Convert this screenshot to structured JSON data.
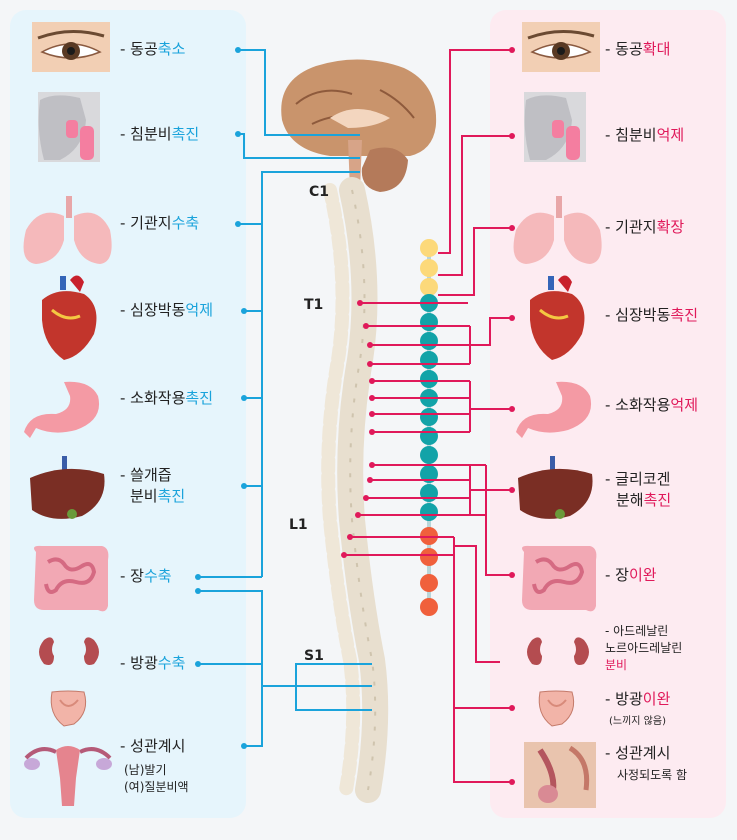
{
  "vertebra_labels": [
    "C1",
    "T1",
    "L1",
    "S1"
  ],
  "left": {
    "items": [
      {
        "pre": "- 동공",
        "hl": "축소"
      },
      {
        "pre": "- 침분비",
        "hl": "촉진"
      },
      {
        "pre": "- 기관지",
        "hl": "수축"
      },
      {
        "pre": "- 심장박동",
        "hl": "억제"
      },
      {
        "pre": "- 소화작용",
        "hl": "촉진"
      },
      {
        "pre": "- 쓸개즙",
        "hl": ""
      },
      {
        "pre": "분비",
        "hl": "촉진"
      },
      {
        "pre": "- 장",
        "hl": "수축"
      },
      {
        "pre": "- 방광",
        "hl": "수축"
      },
      {
        "pre": "- 성관계시",
        "hl": ""
      }
    ],
    "notes": [
      "(남)발기",
      "(여)질분비액"
    ]
  },
  "right": {
    "items": [
      {
        "pre": "- 동공",
        "hl": "확대"
      },
      {
        "pre": "- 침분비",
        "hl": "억제"
      },
      {
        "pre": "- 기관지",
        "hl": "확장"
      },
      {
        "pre": "- 심장박동",
        "hl": "촉진"
      },
      {
        "pre": "- 소화작용",
        "hl": "억제"
      },
      {
        "pre": "- 글리코겐",
        "hl": ""
      },
      {
        "pre": "분해",
        "hl": "촉진"
      },
      {
        "pre": "- 장",
        "hl": "이완"
      },
      {
        "pre": "- 방광",
        "hl": "이완"
      },
      {
        "pre": "- 성관계시",
        "hl": ""
      }
    ],
    "adrenal_line1": "- 아드레날린",
    "adrenal_line2": "노르아드레날린",
    "adrenal_line3": "분비",
    "bladder_note": "(느끼지 않음)",
    "bladder_note_small": "(느끼지 않음)",
    "sex_note": "사정되도록 함"
  },
  "colors": {
    "left_panel": "#e6f5fc",
    "right_panel": "#fdebf1",
    "blue": "#1aa3db",
    "pink": "#e0195a",
    "teal": "#12a3a8",
    "yellow": "#fcd97a",
    "orange": "#f0603c"
  },
  "icons": [
    "eye-icon",
    "salivary-gland-icon",
    "lungs-icon",
    "heart-icon",
    "stomach-icon",
    "liver-icon",
    "intestine-icon",
    "kidney-icon",
    "bladder-icon",
    "uterus-icon",
    "brain-icon",
    "spine-icon",
    "male-pelvis-icon"
  ]
}
